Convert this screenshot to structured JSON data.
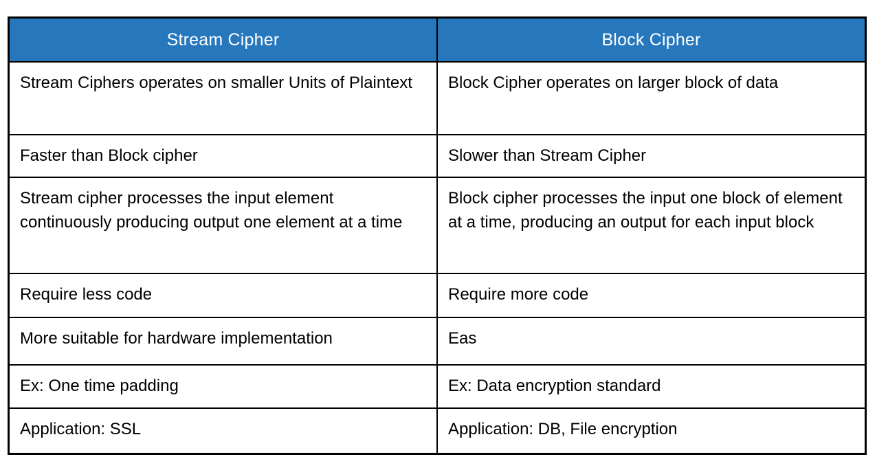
{
  "table": {
    "headers": [
      "Stream Cipher",
      "Block Cipher"
    ],
    "rows": [
      [
        "Stream Ciphers operates on smaller Units of Plaintext",
        "Block Cipher operates on larger block of data"
      ],
      [
        "Faster than Block cipher",
        "Slower than Stream Cipher"
      ],
      [
        "Stream cipher processes the input element continuously producing output one element at a time",
        "Block cipher processes the input one block of element at a time, producing an output for each input block"
      ],
      [
        "Require less code",
        "Require more code"
      ],
      [
        "More suitable for hardware implementation",
        "Eas"
      ],
      [
        "Ex: One time padding",
        "Ex: Data encryption standard"
      ],
      [
        "Application: SSL",
        "Application: DB, File encryption"
      ]
    ],
    "colors": {
      "header_bg": "#2777BC",
      "header_text": "#FFFFFF",
      "body_text": "#000000",
      "border": "#000000",
      "page_bg": "#FFFFFF"
    }
  }
}
